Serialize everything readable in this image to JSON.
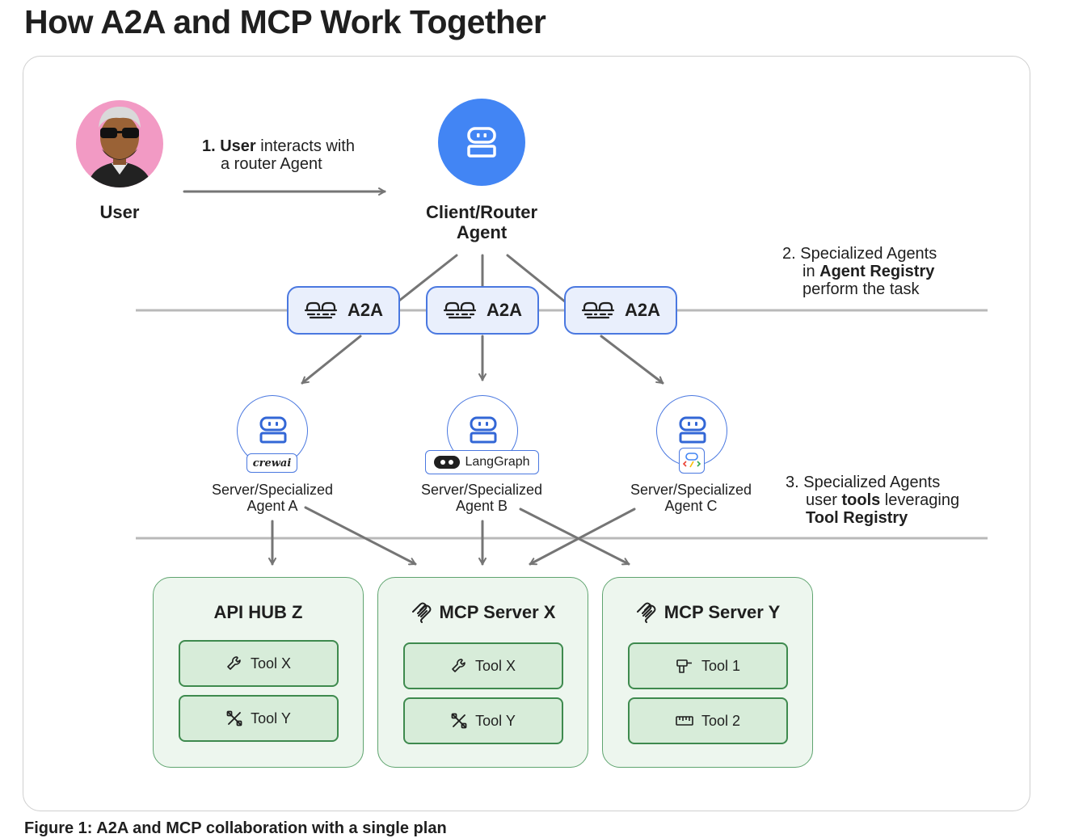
{
  "title": "How A2A and MCP Work Together",
  "caption": "Figure 1: A2A and MCP collaboration with a single plan",
  "user": {
    "label": "User"
  },
  "step1": {
    "line1_bold": "1. User",
    "line1_rest": " interacts with",
    "line2": "a router Agent"
  },
  "router": {
    "line1": "Client/Router",
    "line2": "Agent"
  },
  "step2": {
    "line1": "2. Specialized Agents",
    "line2_pre": "in ",
    "line2_bold": "Agent Registry",
    "line3": "perform the task"
  },
  "step3": {
    "line1": "3. Specialized Agents",
    "line2_pre": "user ",
    "line2_bold": "tools",
    "line2_post": " leveraging",
    "line3": "Tool Registry"
  },
  "a2a": [
    {
      "label": "A2A"
    },
    {
      "label": "A2A"
    },
    {
      "label": "A2A"
    }
  ],
  "agents": [
    {
      "line1": "Server/Specialized",
      "line2": "Agent A",
      "framework": "crewai"
    },
    {
      "line1": "Server/Specialized",
      "line2": "Agent B",
      "framework": "LangGraph"
    },
    {
      "line1": "Server/Specialized",
      "line2": "Agent C",
      "framework": "adk"
    }
  ],
  "servers": [
    {
      "title": "API HUB Z",
      "icon": "none",
      "tools": [
        {
          "label": "Tool X",
          "icon": "wrench-icon"
        },
        {
          "label": "Tool Y",
          "icon": "tools-icon"
        }
      ]
    },
    {
      "title": "MCP Server X",
      "icon": "mcp-icon",
      "tools": [
        {
          "label": "Tool X",
          "icon": "wrench-icon"
        },
        {
          "label": "Tool Y",
          "icon": "tools-icon"
        }
      ]
    },
    {
      "title": "MCP Server Y",
      "icon": "mcp-icon",
      "tools": [
        {
          "label": "Tool 1",
          "icon": "drill-icon"
        },
        {
          "label": "Tool 2",
          "icon": "ruler-icon"
        }
      ]
    }
  ],
  "colors": {
    "router_blue": "#4285f4",
    "a2a_fill": "#e9effc",
    "server_fill": "#edf6ee",
    "tool_fill": "#d7ecd9",
    "tool_border": "#3e8a4e",
    "arrow": "#757575"
  }
}
